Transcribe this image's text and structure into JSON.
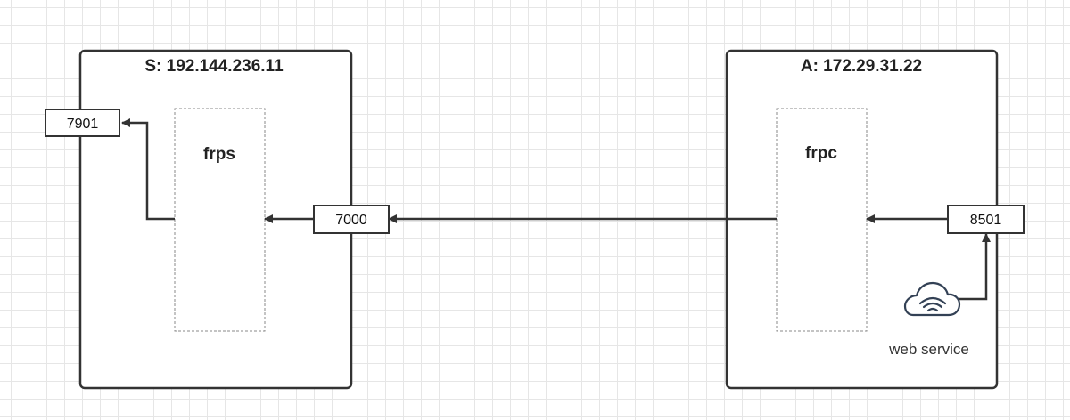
{
  "server": {
    "title": "S: 192.144.236.11",
    "process": "frps",
    "ports": {
      "public": "7901",
      "bind": "7000"
    }
  },
  "client": {
    "title": "A: 172.29.31.22",
    "process": "frpc",
    "ports": {
      "local": "8501"
    },
    "service": {
      "icon": "cloud-wifi-icon",
      "label": "web service"
    }
  },
  "colors": {
    "stroke": "#333333",
    "dashed": "#888888",
    "grid": "#e6e6e6"
  }
}
